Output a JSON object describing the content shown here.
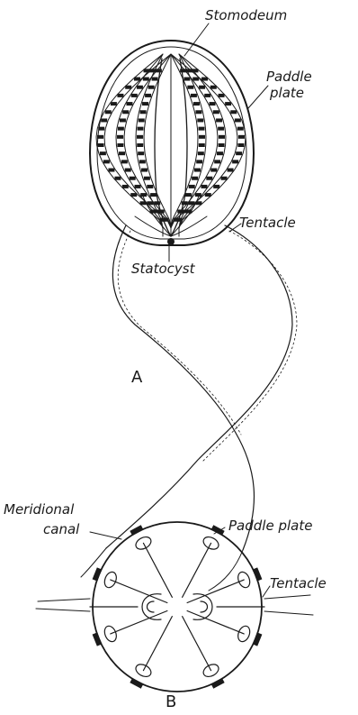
{
  "figure_a": {
    "letter": "A",
    "labels": {
      "stomodeum": "Stomodeum",
      "paddle_plate_line1": "Paddle",
      "paddle_plate_line2": "plate",
      "tentacle": "Tentacle",
      "statocyst": "Statocyst"
    }
  },
  "figure_b": {
    "letter": "B",
    "labels": {
      "meridional_line1": "Meridional",
      "meridional_line2": "canal",
      "paddle_plate": "Paddle plate",
      "tentacle": "Tentacle"
    }
  }
}
